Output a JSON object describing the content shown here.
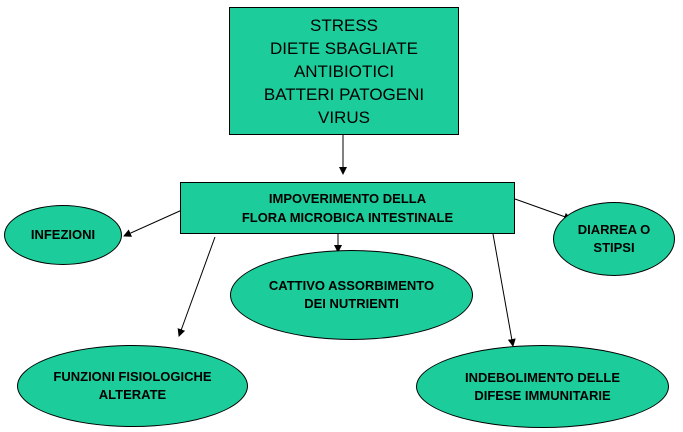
{
  "causes": {
    "lines": [
      "STRESS",
      "DIETE SBAGLIATE",
      "ANTIBIOTICI",
      "BATTERI PATOGENI",
      "VIRUS"
    ]
  },
  "center": {
    "lines": [
      "IMPOVERIMENTO DELLA",
      "FLORA MICROBICA INTESTINALE"
    ]
  },
  "effects": {
    "infezioni": [
      "INFEZIONI"
    ],
    "diarrea": [
      "DIARREA O",
      "STIPSI"
    ],
    "cattivo": [
      "CATTIVO ASSORBIMENTO",
      "DEI NUTRIENTI"
    ],
    "funzioni": [
      "FUNZIONI FISIOLOGICHE",
      "ALTERATE"
    ],
    "indebolimento": [
      "INDEBOLIMENTO DELLE",
      "DIFESE IMMUNITARIE"
    ]
  },
  "colors": {
    "node_fill": "#1ccc9a",
    "border": "#000000",
    "background": "#ffffff"
  }
}
